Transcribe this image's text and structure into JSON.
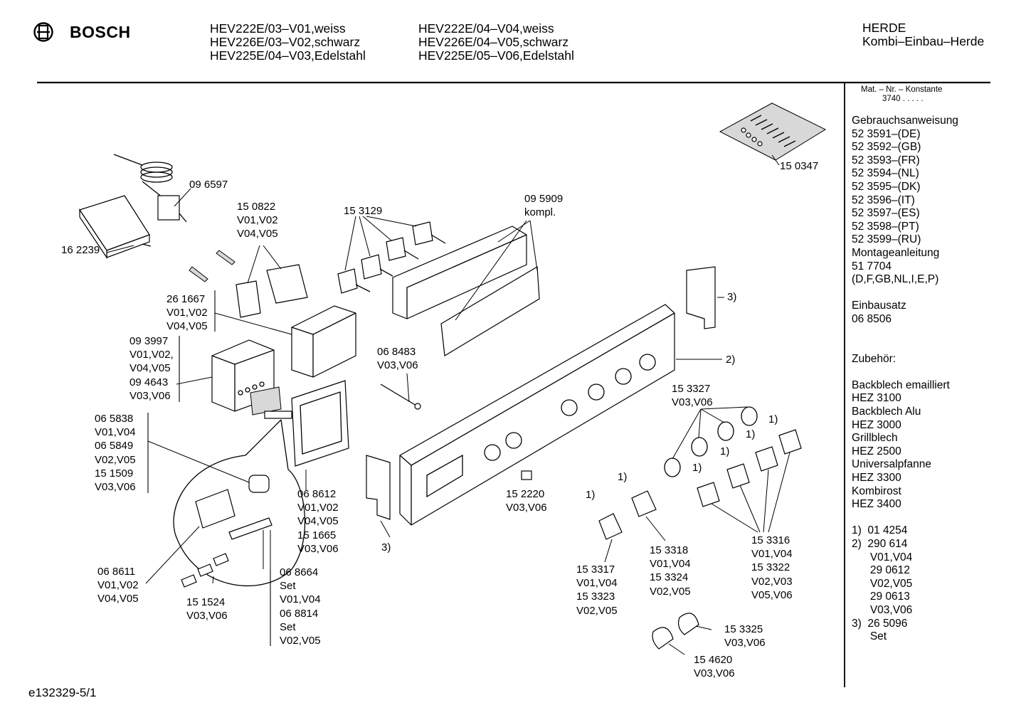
{
  "header": {
    "brand": "BOSCH",
    "models_col1": [
      "HEV222E/03–V01,weiss",
      "HEV226E/03–V02,schwarz",
      "HEV225E/04–V03,Edelstahl"
    ],
    "models_col2": [
      "HEV222E/04–V04,weiss",
      "HEV226E/04–V05,schwarz",
      "HEV225E/05–V06,Edelstahl"
    ],
    "category": [
      "HERDE",
      "Kombi–Einbau–Herde"
    ]
  },
  "sidebar": {
    "mat_header": "Mat. – Nr. – Konstante",
    "mat_value": "3740  .  .  .  .  .",
    "lines": [
      "Gebrauchsanweisung",
      "52 3591–(DE)",
      "52 3592–(GB)",
      "52 3593–(FR)",
      "52 3594–(NL)",
      "52 3595–(DK)",
      "52 3596–(IT)",
      "52 3597–(ES)",
      "52 3598–(PT)",
      "52 3599–(RU)",
      "Montageanleitung",
      "51 7704",
      "(D,F,GB,NL,I,E,P)",
      "",
      "Einbausatz",
      "06 8506",
      "",
      "",
      "Zubehör:",
      "",
      "Backblech emailliert",
      "HEZ 3100",
      "Backblech Alu",
      "HEZ 3000",
      "Grillblech",
      "HEZ 2500",
      "Universalpfanne",
      "HEZ 3300",
      "Kombirost",
      "HEZ 3400",
      "",
      "1)  01 4254",
      "2)  290 614",
      "      V01,V04",
      "      29 0612",
      "      V02,V05",
      "      29 0613",
      "      V03,V06",
      "3)  26 5096",
      "      Set"
    ]
  },
  "footer": {
    "doc_id": "e132329-5/1"
  },
  "labels": [
    {
      "id": "lbl-150347",
      "lines": [
        "15 0347"
      ]
    },
    {
      "id": "lbl-096597",
      "lines": [
        "09 6597"
      ]
    },
    {
      "id": "lbl-162239",
      "lines": [
        "16 2239"
      ]
    },
    {
      "id": "lbl-150822",
      "lines": [
        "15 0822",
        "V01,V02",
        "V04,V05"
      ]
    },
    {
      "id": "lbl-153129",
      "lines": [
        "15 3129"
      ]
    },
    {
      "id": "lbl-095909",
      "lines": [
        "09 5909",
        "kompl."
      ]
    },
    {
      "id": "lbl-261667",
      "lines": [
        "26 1667",
        "V01,V02",
        "V04,V05"
      ]
    },
    {
      "id": "lbl-093997",
      "lines": [
        "09 3997",
        "V01,V02,",
        "V04,V05",
        "09 4643",
        "V03,V06"
      ]
    },
    {
      "id": "lbl-068483",
      "lines": [
        "06 8483",
        "V03,V06"
      ]
    },
    {
      "id": "lbl-065838",
      "lines": [
        "06 5838",
        "V01,V04",
        "06 5849",
        "V02,V05",
        "15 1509",
        "V03,V06"
      ]
    },
    {
      "id": "lbl-068612",
      "lines": [
        "06 8612",
        "V01,V02",
        "V04,V05",
        "15 1665",
        "V03,V06"
      ]
    },
    {
      "id": "lbl-152220",
      "lines": [
        "15 2220",
        "V03,V06"
      ]
    },
    {
      "id": "lbl-153327",
      "lines": [
        "15 3327",
        "V03,V06"
      ]
    },
    {
      "id": "lbl-068611",
      "lines": [
        "06 8611",
        "V01,V02",
        "V04,V05"
      ]
    },
    {
      "id": "lbl-151524",
      "lines": [
        "15 1524",
        "V03,V06"
      ]
    },
    {
      "id": "lbl-068664",
      "lines": [
        "06 8664",
        "Set",
        "V01,V04",
        "06 8814",
        "Set",
        "V02,V05"
      ]
    },
    {
      "id": "lbl-153317",
      "lines": [
        "15 3317",
        "V01,V04",
        "15 3323",
        "V02,V05"
      ]
    },
    {
      "id": "lbl-153318",
      "lines": [
        "15 3318",
        "V01,V04",
        "15 3324",
        "V02,V05"
      ]
    },
    {
      "id": "lbl-153316",
      "lines": [
        "15 3316",
        "V01,V04",
        "15 3322",
        "V02,V03",
        "V05,V06"
      ]
    },
    {
      "id": "lbl-153325",
      "lines": [
        "15 3325",
        "V03,V06"
      ]
    },
    {
      "id": "lbl-154620",
      "lines": [
        "15 4620",
        "V03,V06"
      ]
    },
    {
      "id": "ref-3-top",
      "lines": [
        "3)"
      ]
    },
    {
      "id": "ref-2",
      "lines": [
        "2)"
      ]
    },
    {
      "id": "ref-3-bottom",
      "lines": [
        "3)"
      ]
    },
    {
      "id": "ref-1-a",
      "lines": [
        "1)"
      ]
    },
    {
      "id": "ref-1-b",
      "lines": [
        "1)"
      ]
    },
    {
      "id": "ref-1-c",
      "lines": [
        "1)"
      ]
    },
    {
      "id": "ref-1-d",
      "lines": [
        "1)"
      ]
    },
    {
      "id": "ref-1-e",
      "lines": [
        "1)"
      ]
    },
    {
      "id": "ref-1-f",
      "lines": [
        "1)"
      ]
    }
  ]
}
